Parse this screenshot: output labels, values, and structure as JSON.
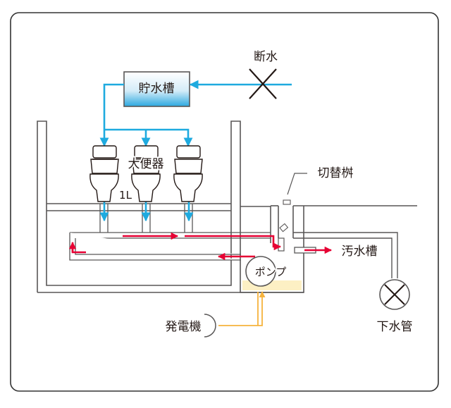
{
  "labels": {
    "storage_tank": "貯水槽",
    "water_cutoff": "断水",
    "toilets": "大便器",
    "flush_volume": "1L",
    "switch_box": "切替桝",
    "septic_tank": "汚水槽",
    "pump": "ポンプ",
    "generator": "発電機",
    "sewer_pipe": "下水管"
  },
  "colors": {
    "water_supply": "#1eaadf",
    "drain_flow": "#e60033",
    "power_line": "#f6b33c",
    "outline": "#595757",
    "frame": "#333333"
  },
  "icons": {
    "cutoff_mark": "x-circle-icon",
    "sewer_mark": "x-circle-icon"
  }
}
